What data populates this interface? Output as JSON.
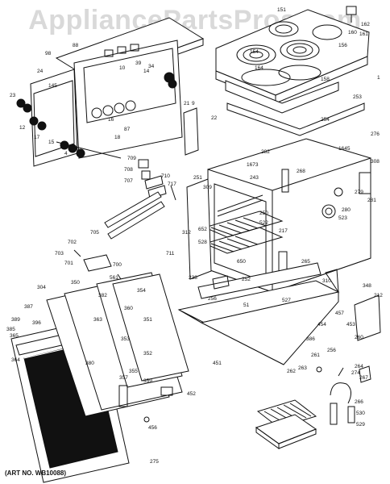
{
  "watermark": "AppliancePartsPros.com",
  "art_number": "(ART NO. WB10088)",
  "callouts": [
    "151",
    "162",
    "161",
    "160",
    "1",
    "253",
    "22",
    "254",
    "156",
    "154",
    "164",
    "158",
    "88",
    "98",
    "16",
    "10",
    "39",
    "34",
    "14",
    "24",
    "145",
    "21",
    "9",
    "87",
    "23",
    "12",
    "17",
    "15",
    "4",
    "18",
    "709",
    "708",
    "707",
    "710",
    "717",
    "705",
    "702",
    "703",
    "701",
    "700",
    "711",
    "276",
    "1645",
    "308",
    "282",
    "1673",
    "243",
    "268",
    "251",
    "309",
    "281",
    "279",
    "280",
    "523",
    "312",
    "652",
    "528",
    "250",
    "522",
    "217",
    "650",
    "265",
    "238",
    "252",
    "256",
    "51",
    "527",
    "310",
    "348",
    "212",
    "350",
    "561",
    "382",
    "304",
    "387",
    "389",
    "396",
    "363",
    "365",
    "364",
    "380",
    "385",
    "355",
    "354",
    "360",
    "351",
    "353",
    "352",
    "357",
    "359",
    "452",
    "456",
    "275",
    "457",
    "454",
    "453",
    "451",
    "386",
    "256",
    "261",
    "262",
    "263",
    "264",
    "274",
    "267",
    "266",
    "260",
    "530",
    "529"
  ]
}
